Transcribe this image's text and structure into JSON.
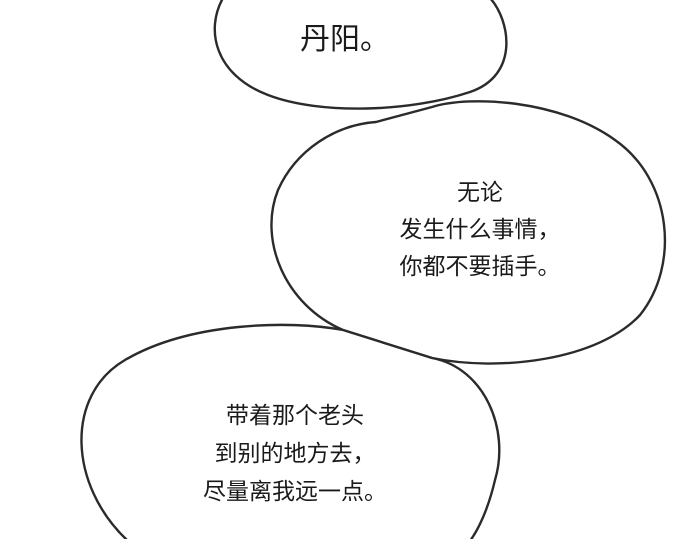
{
  "bubbles": [
    {
      "lines": [
        "丹阳。"
      ]
    },
    {
      "lines": [
        "无论",
        "发生什么事情，",
        "你都不要插手。"
      ]
    },
    {
      "lines": [
        "带着那个老头",
        "到别的地方去，",
        "尽量离我远一点。"
      ]
    }
  ]
}
